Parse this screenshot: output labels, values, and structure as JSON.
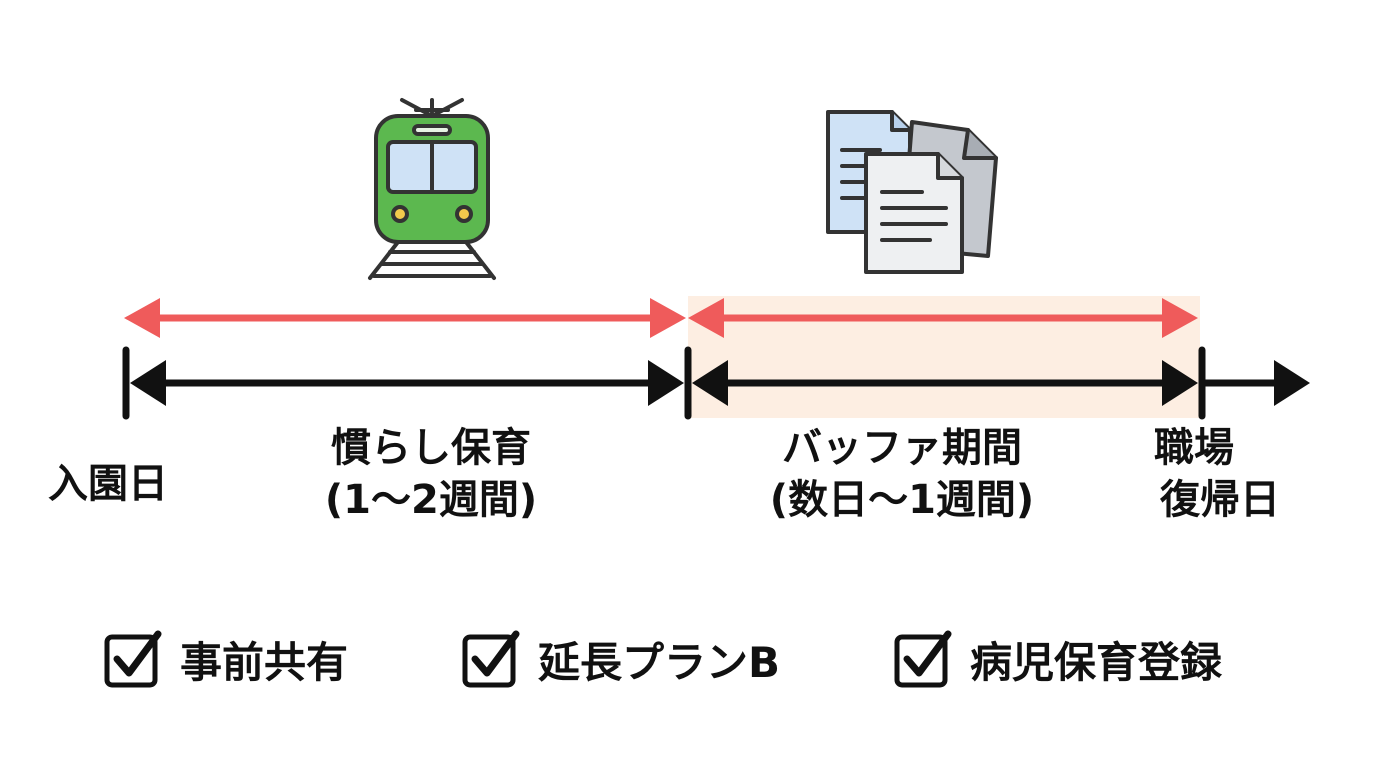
{
  "timeline": {
    "start_label": "入園日",
    "phase1": {
      "title": "慣らし保育",
      "duration": "(1〜2週間)"
    },
    "phase2": {
      "title": "バッファ期間",
      "duration": "(数日〜1週間)"
    },
    "end_label": {
      "line1": "職場",
      "line2": "復帰日"
    }
  },
  "checklist": [
    {
      "label": "事前共有",
      "checked": true
    },
    {
      "label": "延長プランB",
      "checked": true
    },
    {
      "label": "病児保育登録",
      "checked": true
    }
  ],
  "colors": {
    "red_arrow": "#ef5b5b",
    "buffer_band": "#fdeee2",
    "timeline_black": "#111111",
    "train_green": "#5cb84f",
    "document_blue": "#cfe2f6"
  },
  "icons": {
    "phase1": "train-icon",
    "phase2": "documents-icon"
  }
}
